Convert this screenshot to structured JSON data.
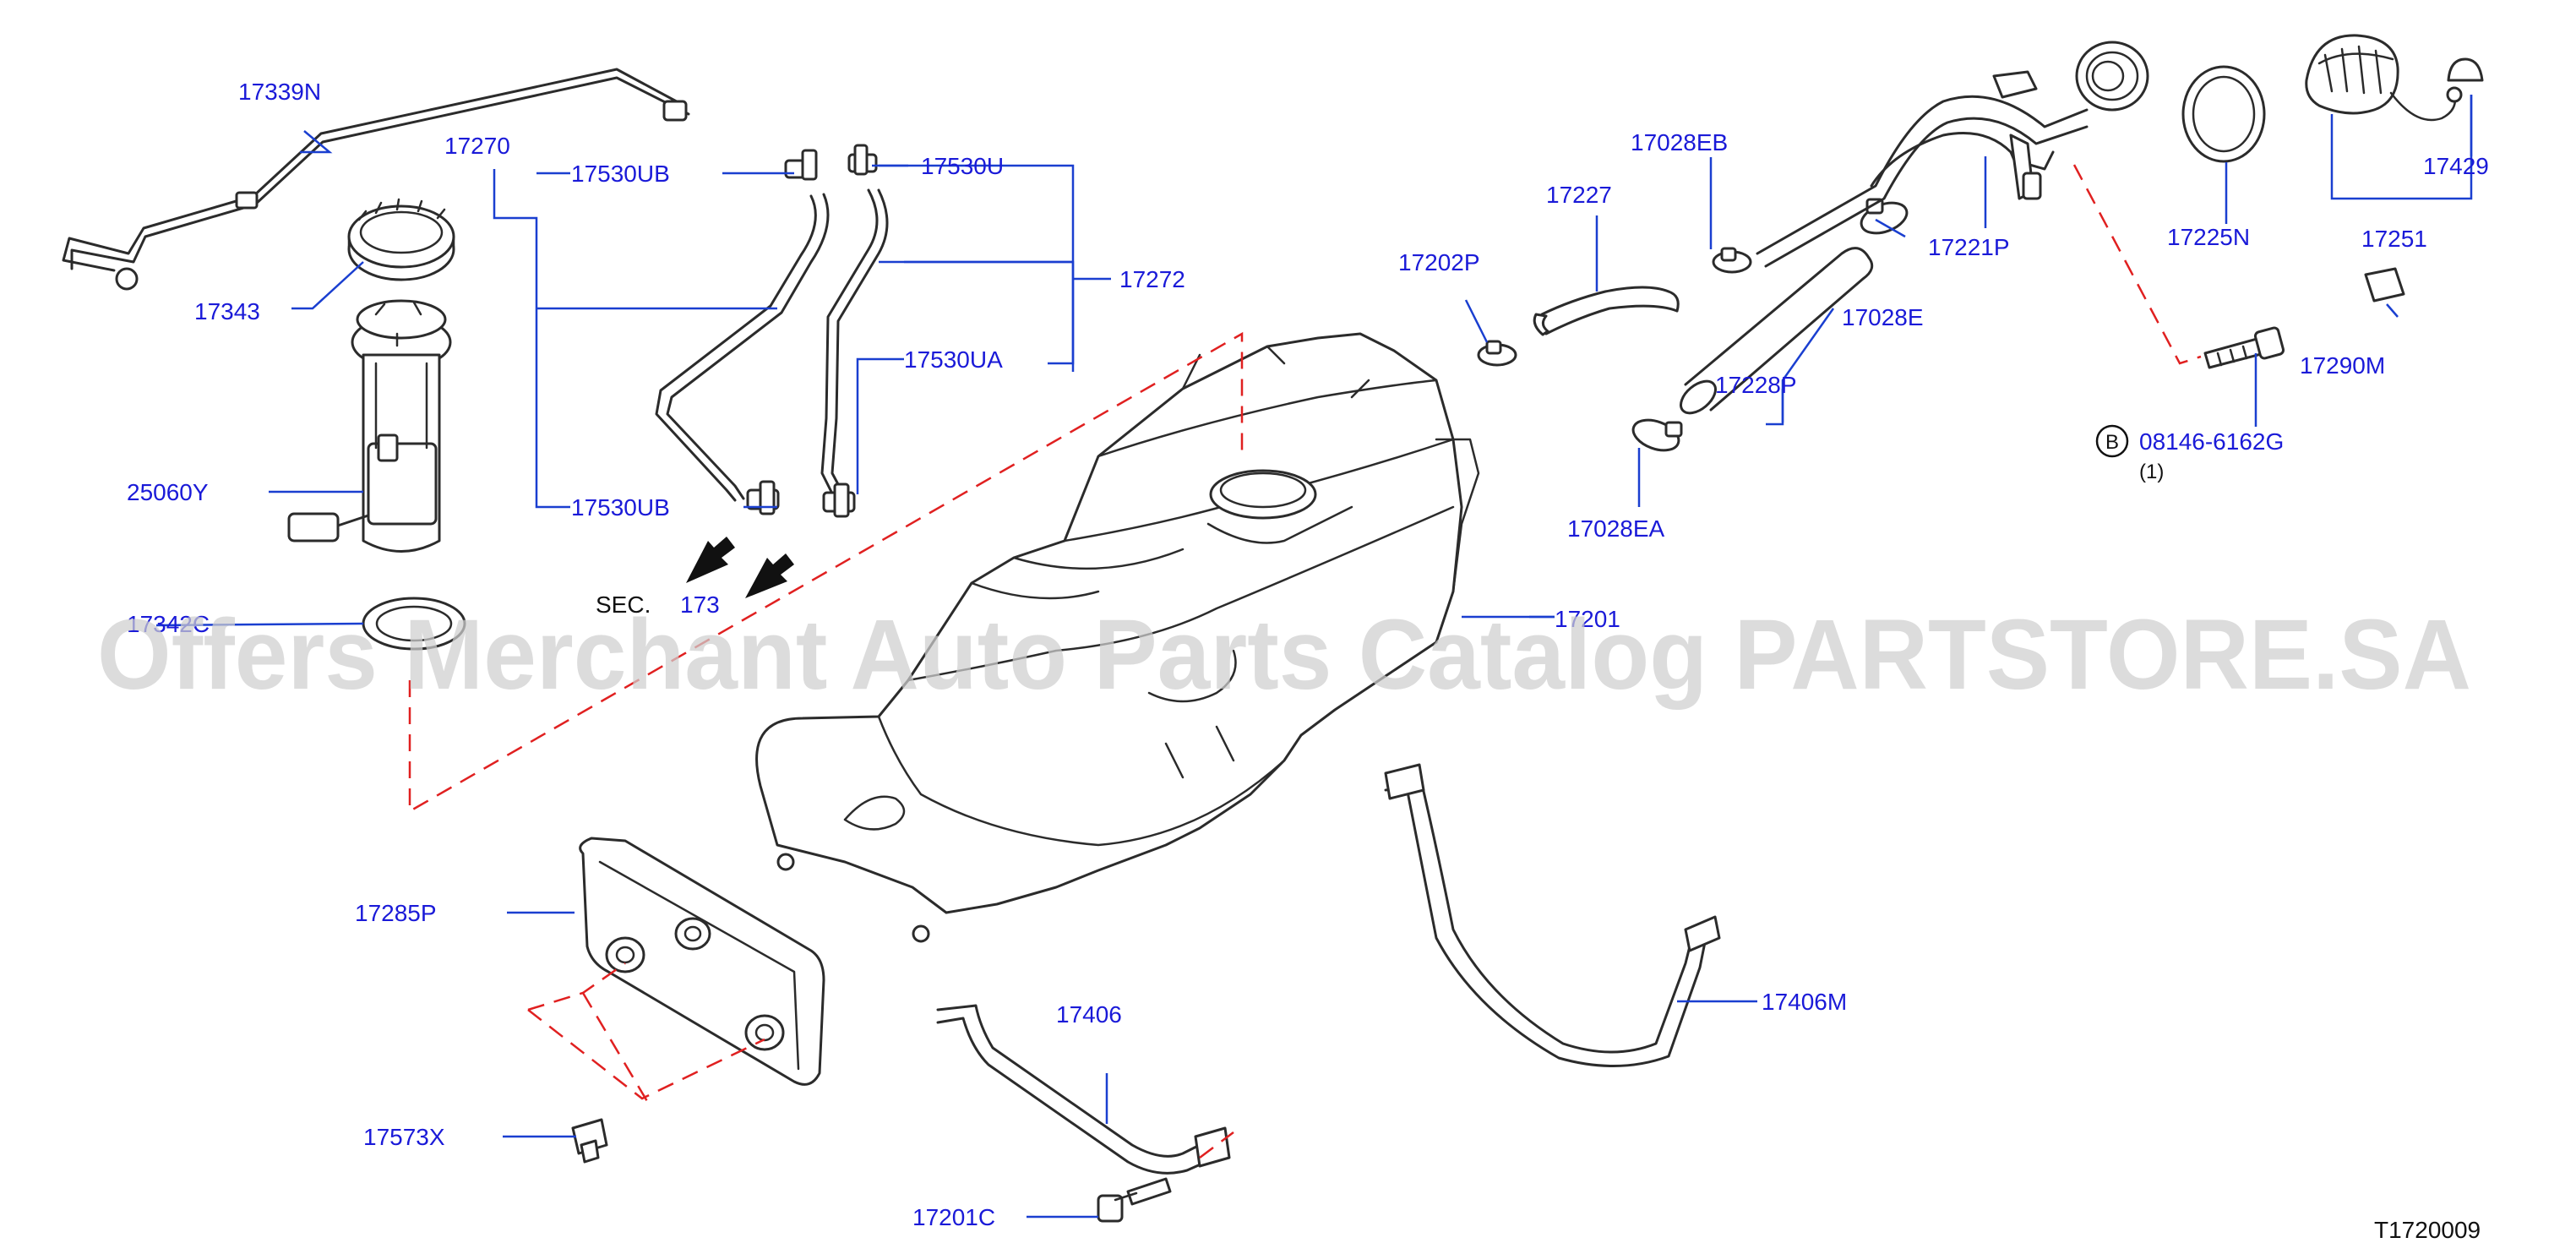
{
  "labels": {
    "p17339N": "17339N",
    "p17343": "17343",
    "p25060Y": "25060Y",
    "p17342C": "17342C",
    "p17270": "17270",
    "p17530UB_top": "17530UB",
    "p17530UB_bot": "17530UB",
    "p17530U": "17530U",
    "p17530UA": "17530UA",
    "p17272": "17272",
    "sec_text": "SEC.",
    "sec_ref": "173",
    "p17227": "17227",
    "p17028EB": "17028EB",
    "p17202P": "17202P",
    "p17028E": "17028E",
    "p17228P": "17228P",
    "p17028EA": "17028EA",
    "p17221P": "17221P",
    "p17225N": "17225N",
    "p17251": "17251",
    "p17429": "17429",
    "p17290M": "17290M",
    "bolt_badge": "B",
    "bolt_part": "08146-6162G",
    "bolt_qty": "(1)",
    "p17201": "17201",
    "p17285P": "17285P",
    "p17573X": "17573X",
    "p17406": "17406",
    "p17406M": "17406M",
    "p17201C": "17201C"
  },
  "diagram_id": "T1720009",
  "watermark": "Offers Merchant Auto Parts Catalog PARTSTORE.SA",
  "colors": {
    "label": "#1a1ad8",
    "line_art": "#2b2b2b",
    "dashed_reference": "#e02020",
    "watermark": "#cfcfcf"
  }
}
